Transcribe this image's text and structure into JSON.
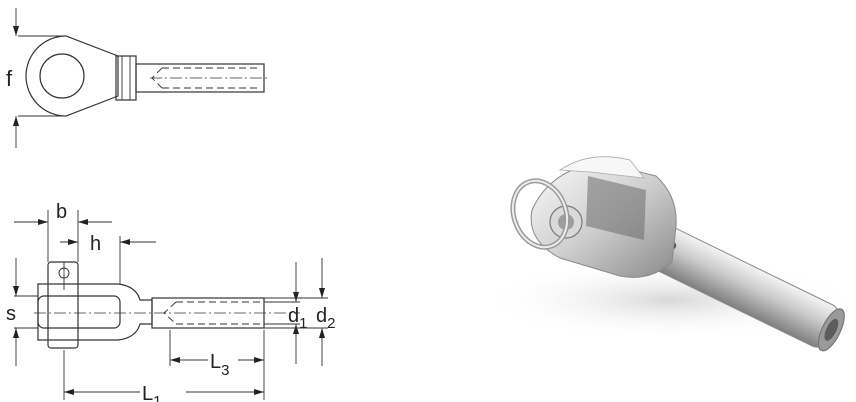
{
  "labels": {
    "f": "f",
    "b": "b",
    "h": "h",
    "s": "s",
    "d1": "d",
    "d1_sub": "1",
    "d2": "d",
    "d2_sub": "2",
    "L3": "L",
    "L3_sub": "3",
    "L1": "L",
    "L1_sub": "1"
  },
  "colors": {
    "line": "#333333",
    "metal_light": "#f2f2f2",
    "metal_mid": "#c9c9c9",
    "metal_dark": "#8a8a8a",
    "shadow": "#e6e6e6"
  }
}
